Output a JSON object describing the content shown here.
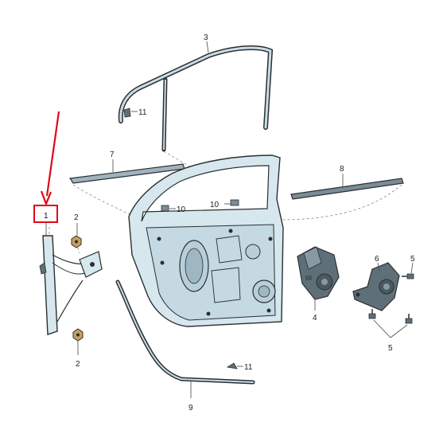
{
  "callouts": {
    "c1": "1",
    "c2a": "2",
    "c2b": "2",
    "c3": "3",
    "c4": "4",
    "c5a": "5",
    "c5b": "5",
    "c6": "6",
    "c7": "7",
    "c8": "8",
    "c9": "9",
    "c10a": "10",
    "c10b": "10",
    "c11a": "11",
    "c11b": "11"
  },
  "colors": {
    "highlight": "#e30613",
    "part_fill": "#d6e7ee",
    "part_dark": "#5f6f78",
    "outline": "#2a2f33"
  },
  "highlighted_part": "1"
}
